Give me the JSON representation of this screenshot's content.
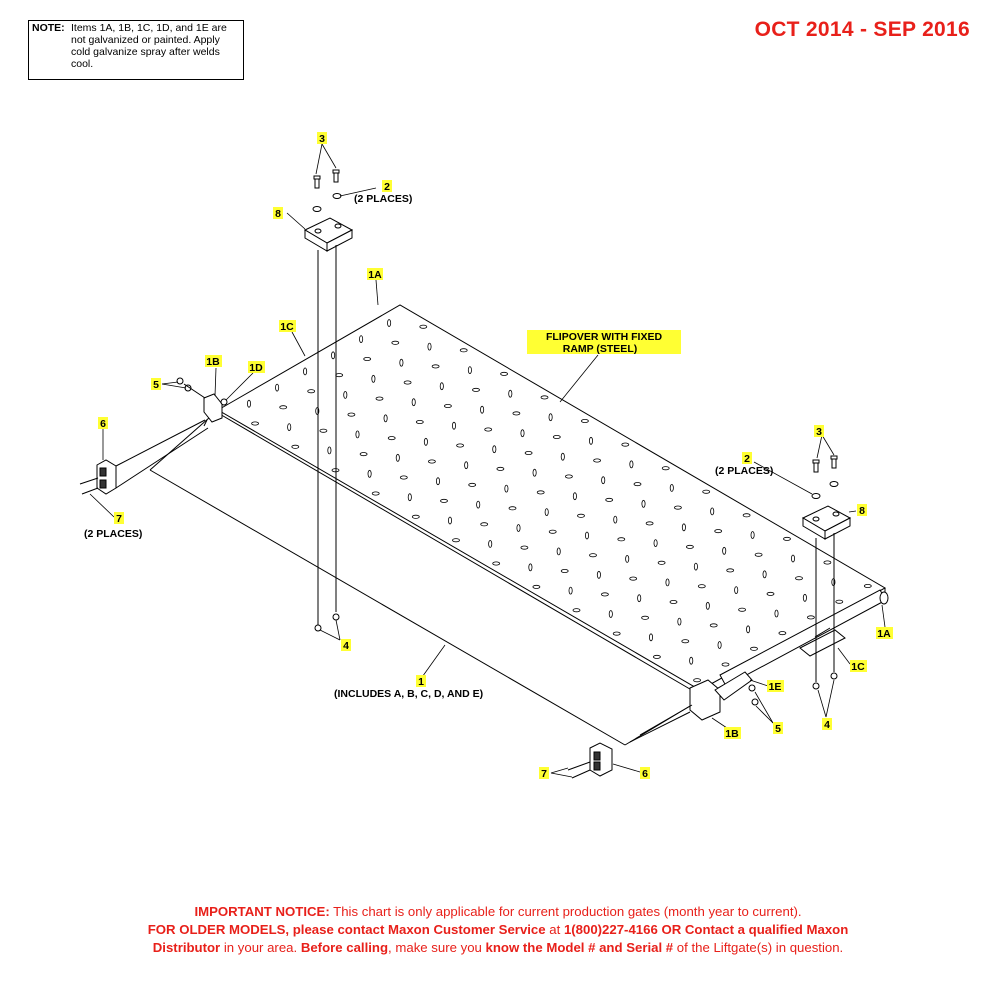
{
  "note": {
    "label": "NOTE:",
    "text": "Items 1A, 1B, 1C, 1D, and 1E are not galvanized or painted. Apply cold galvanize spray after welds cool."
  },
  "date_range": "OCT 2014 - SEP 2016",
  "title_callout": {
    "line1": "FLIPOVER WITH FIXED",
    "line2": "RAMP (STEEL)"
  },
  "callouts": {
    "c3_top": "3",
    "c2_top": "2",
    "c2_top_places": "(2 PLACES)",
    "c8_top": "8",
    "c1a_top": "1A",
    "c1c_top": "1C",
    "c1b_left": "1B",
    "c1d_left": "1D",
    "c5_left": "5",
    "c6_left": "6",
    "c7_left": "7",
    "c7_left_places": "(2 PLACES)",
    "c4_left": "4",
    "c1_main": "1",
    "c1_includes": "(INCLUDES A, B, C, D, AND E)",
    "c2_right": "2",
    "c2_right_places": "(2 PLACES)",
    "c3_right": "3",
    "c8_right": "8",
    "c1a_right": "1A",
    "c1c_right": "1C",
    "c1e_right": "1E",
    "c4_right": "4",
    "c5_right": "5",
    "c1b_right": "1B",
    "c7_bottom": "7",
    "c6_bottom": "6"
  },
  "footer": {
    "line1_bold": "IMPORTANT NOTICE:",
    "line1_rest": " This chart is only applicable for current production gates (month year to current).",
    "line2_bold_a": "FOR OLDER MODELS, please contact Maxon Customer Service",
    "line2_mid": " at ",
    "line2_bold_b": "1(800)227-4166 OR Contact a qualified Maxon",
    "line3_bold_a": "Distributor",
    "line3_mid_a": " in your area. ",
    "line3_bold_b": "Before calling",
    "line3_mid_b": ", make sure you ",
    "line3_bold_c": "know the Model # and Serial #",
    "line3_rest": " of the Liftgate(s) in question."
  },
  "colors": {
    "callout_highlight": "#ffff33",
    "notice_red": "#e8201a",
    "line": "#000000"
  }
}
